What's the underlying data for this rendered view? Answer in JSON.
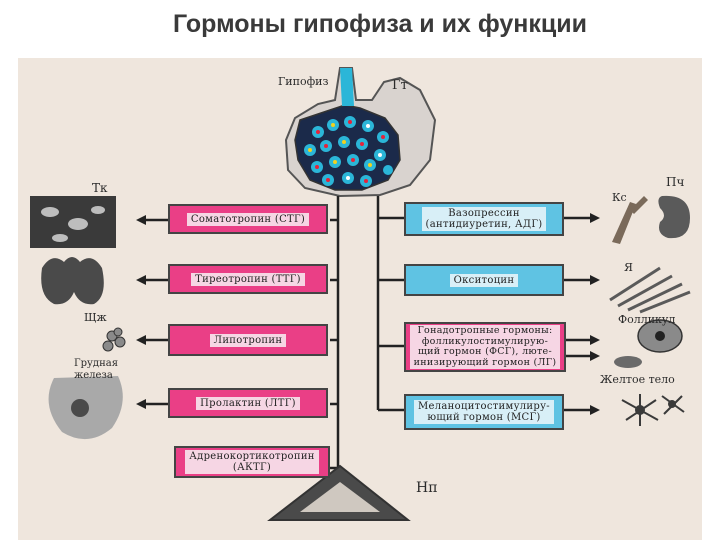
{
  "title": "Гормоны гипофиза и их функции",
  "labels": {
    "hypophysis": "Гипофиз",
    "gt": "Гт",
    "tk": "Тк",
    "pch": "Пч",
    "ks": "Кс",
    "ya": "Я",
    "shchzh": "Щж",
    "breast": "Грудная\nжелеза",
    "follicle": "Фолликул",
    "corpus_luteum": "Желтое тело",
    "np": "Нп"
  },
  "left_boxes": [
    "Соматотропин (СТГ)",
    "Тиреотропин (ТТГ)",
    "Липотропин",
    "Пролактин (ЛТГ)",
    "Адренокортикотропин\n(АКТГ)"
  ],
  "right_boxes": [
    "Вазопрессин\n(антидиуретин, АДГ)",
    "Окситоцин",
    "Гонадотропные гормоны:\nфолликулостимулирую-\nщий гормон (ФСГ), люте-\nинизирующий гормон (ЛГ)",
    "Меланоцитостимулиру-\nющий гормон (МСГ)"
  ],
  "colors": {
    "pink": "#ea3f86",
    "blue": "#5fc3e3",
    "background": "#efe6dd"
  }
}
